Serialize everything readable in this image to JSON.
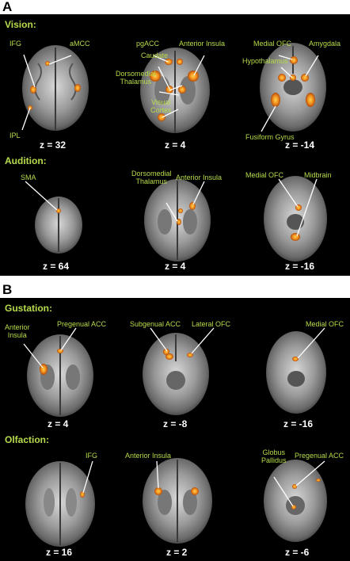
{
  "panels": {
    "a": {
      "letter": "A",
      "vision": {
        "title": "Vision:",
        "labels": {
          "ifg": "IFG",
          "amcc": "aMCC",
          "ipl": "IPL",
          "pgacc": "pgACC",
          "anterior_insula": "Anterior Insula",
          "caudate": "Caudate",
          "dorsomedial_thalamus": "Dorsomedial\nThalamus",
          "visual_cortex": "Visual\nCortex",
          "medial_ofc": "Medial OFC",
          "amygdala": "Amygdala",
          "hypothalamus": "Hypothalamus",
          "fusiform_gyrus": "Fusiform Gyrus"
        },
        "z": [
          "z = 32",
          "z = 4",
          "z = -14"
        ]
      },
      "audition": {
        "title": "Audition:",
        "labels": {
          "sma": "SMA",
          "dorsomedial_thalamus": "Dorsomedial\nThalamus",
          "anterior_insula": "Anterior Insula",
          "medial_ofc": "Medial OFC",
          "midbrain": "Midbrain"
        },
        "z": [
          "z = 64",
          "z = 4",
          "z = -16"
        ]
      }
    },
    "b": {
      "letter": "B",
      "gustation": {
        "title": "Gustation:",
        "labels": {
          "anterior_insula": "Anterior\nInsula",
          "pregenual_acc": "Pregenual ACC",
          "subgenual_acc": "Subgenual ACC",
          "lateral_ofc": "Lateral OFC",
          "medial_ofc": "Medial OFC"
        },
        "z": [
          "z = 4",
          "z = -8",
          "z = -16"
        ]
      },
      "olfaction": {
        "title": "Olfaction:",
        "labels": {
          "ifg": "IFG",
          "anterior_insula": "Anterior Insula",
          "globus_pallidus": "Globus\nPallidus",
          "pregenual_acc": "Pregenual ACC"
        },
        "z": [
          "z = 16",
          "z = 2",
          "z = -6"
        ]
      }
    }
  },
  "colors": {
    "label": "#b7dc4b",
    "activation": "#e8891d",
    "background": "#000000",
    "z_text": "#ffffff"
  }
}
